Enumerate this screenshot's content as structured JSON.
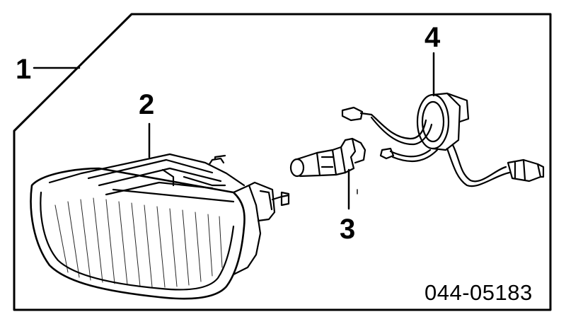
{
  "callouts": {
    "part1": "1",
    "part2": "2",
    "part3": "3",
    "part4": "4"
  },
  "diagram_code": "044-05183",
  "colors": {
    "ink": "#000000",
    "paper": "#ffffff"
  }
}
